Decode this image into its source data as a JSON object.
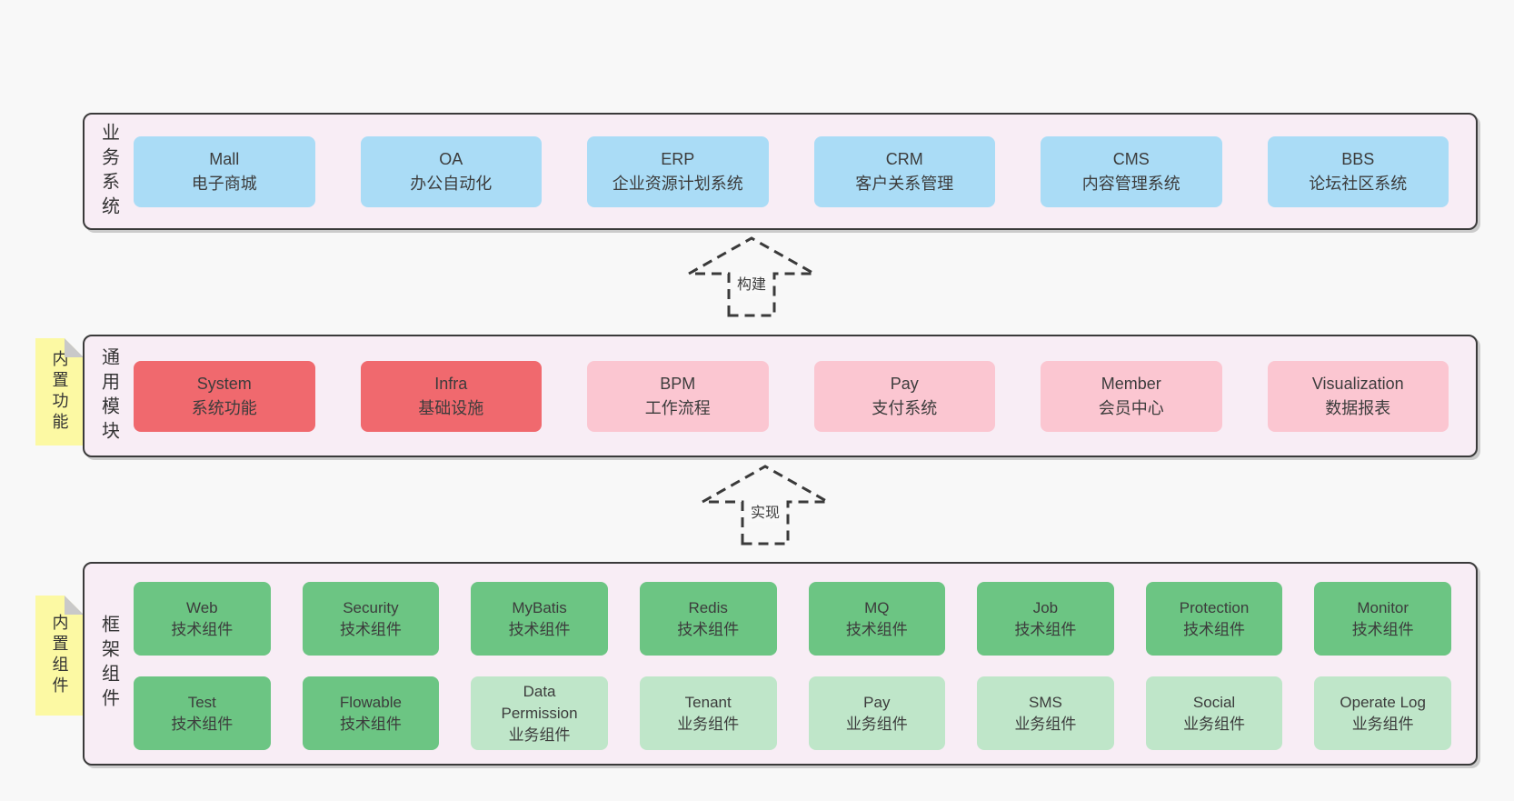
{
  "colors": {
    "page_bg": "#f8f8f8",
    "panel_bg": "#f8edf5",
    "panel_border": "#3a3a3a",
    "box_blue": "#aadcf6",
    "box_red": "#f0696e",
    "box_pink": "#fbc6d1",
    "box_green": "#6cc583",
    "box_light_green": "#bfe6c9",
    "sticky_yellow": "#fcf9a3",
    "sticky_fold_gray": "#c9c9c9",
    "text": "#3c3c3c"
  },
  "arrows": [
    {
      "label": "构建"
    },
    {
      "label": "实现"
    }
  ],
  "panels": {
    "business": {
      "side_label": "业务系统",
      "boxes": [
        {
          "en": "Mall",
          "zh": "电子商城",
          "variant": "blue"
        },
        {
          "en": "OA",
          "zh": "办公自动化",
          "variant": "blue"
        },
        {
          "en": "ERP",
          "zh": "企业资源计划系统",
          "variant": "blue"
        },
        {
          "en": "CRM",
          "zh": "客户关系管理",
          "variant": "blue"
        },
        {
          "en": "CMS",
          "zh": "内容管理系统",
          "variant": "blue"
        },
        {
          "en": "BBS",
          "zh": "论坛社区系统",
          "variant": "blue"
        }
      ]
    },
    "modules": {
      "side_label": "通用模块",
      "sticky_label": "内置功能",
      "boxes": [
        {
          "en": "System",
          "zh": "系统功能",
          "variant": "red"
        },
        {
          "en": "Infra",
          "zh": "基础设施",
          "variant": "red"
        },
        {
          "en": "BPM",
          "zh": "工作流程",
          "variant": "pink"
        },
        {
          "en": "Pay",
          "zh": "支付系统",
          "variant": "pink"
        },
        {
          "en": "Member",
          "zh": "会员中心",
          "variant": "pink"
        },
        {
          "en": "Visualization",
          "zh": "数据报表",
          "variant": "pink"
        }
      ]
    },
    "components": {
      "side_label": "框架组件",
      "sticky_label": "内置组件",
      "row1": [
        {
          "en": "Web",
          "zh": "技术组件",
          "variant": "green"
        },
        {
          "en": "Security",
          "zh": "技术组件",
          "variant": "green"
        },
        {
          "en": "MyBatis",
          "zh": "技术组件",
          "variant": "green"
        },
        {
          "en": "Redis",
          "zh": "技术组件",
          "variant": "green"
        },
        {
          "en": "MQ",
          "zh": "技术组件",
          "variant": "green"
        },
        {
          "en": "Job",
          "zh": "技术组件",
          "variant": "green"
        },
        {
          "en": "Protection",
          "zh": "技术组件",
          "variant": "green"
        },
        {
          "en": "Monitor",
          "zh": "技术组件",
          "variant": "green"
        }
      ],
      "row2": [
        {
          "en": "Test",
          "zh": "技术组件",
          "variant": "green"
        },
        {
          "en": "Flowable",
          "zh": "技术组件",
          "variant": "green"
        },
        {
          "en": "Data\nPermission",
          "zh": "业务组件",
          "variant": "lightgreen"
        },
        {
          "en": "Tenant",
          "zh": "业务组件",
          "variant": "lightgreen"
        },
        {
          "en": "Pay",
          "zh": "业务组件",
          "variant": "lightgreen"
        },
        {
          "en": "SMS",
          "zh": "业务组件",
          "variant": "lightgreen"
        },
        {
          "en": "Social",
          "zh": "业务组件",
          "variant": "lightgreen"
        },
        {
          "en": "Operate Log",
          "zh": "业务组件",
          "variant": "lightgreen"
        }
      ]
    }
  }
}
